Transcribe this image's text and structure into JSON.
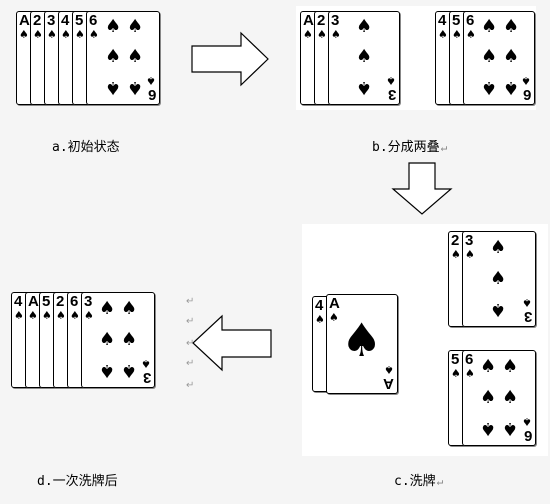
{
  "captions": {
    "a": "a.初始状态",
    "b": "b.分成两叠",
    "c": "c.洗牌",
    "d": "d.一次洗牌后"
  },
  "return_mark": "↵",
  "suit_glyph": "♠",
  "piles": {
    "a_initial": [
      "A",
      "2",
      "3",
      "4",
      "5",
      "6"
    ],
    "b_left": [
      "A",
      "2",
      "3"
    ],
    "b_right": [
      "4",
      "5",
      "6"
    ],
    "c_top": [
      "2",
      "3"
    ],
    "c_bottom": [
      "5",
      "6"
    ],
    "c_center": [
      "4",
      "A"
    ],
    "d_result": [
      "4",
      "A",
      "5",
      "2",
      "6",
      "3"
    ]
  },
  "colors": {
    "background": "#f5f5f5",
    "card": "#ffffff",
    "ink": "#000000",
    "arrow_fill": "#ffffff"
  }
}
